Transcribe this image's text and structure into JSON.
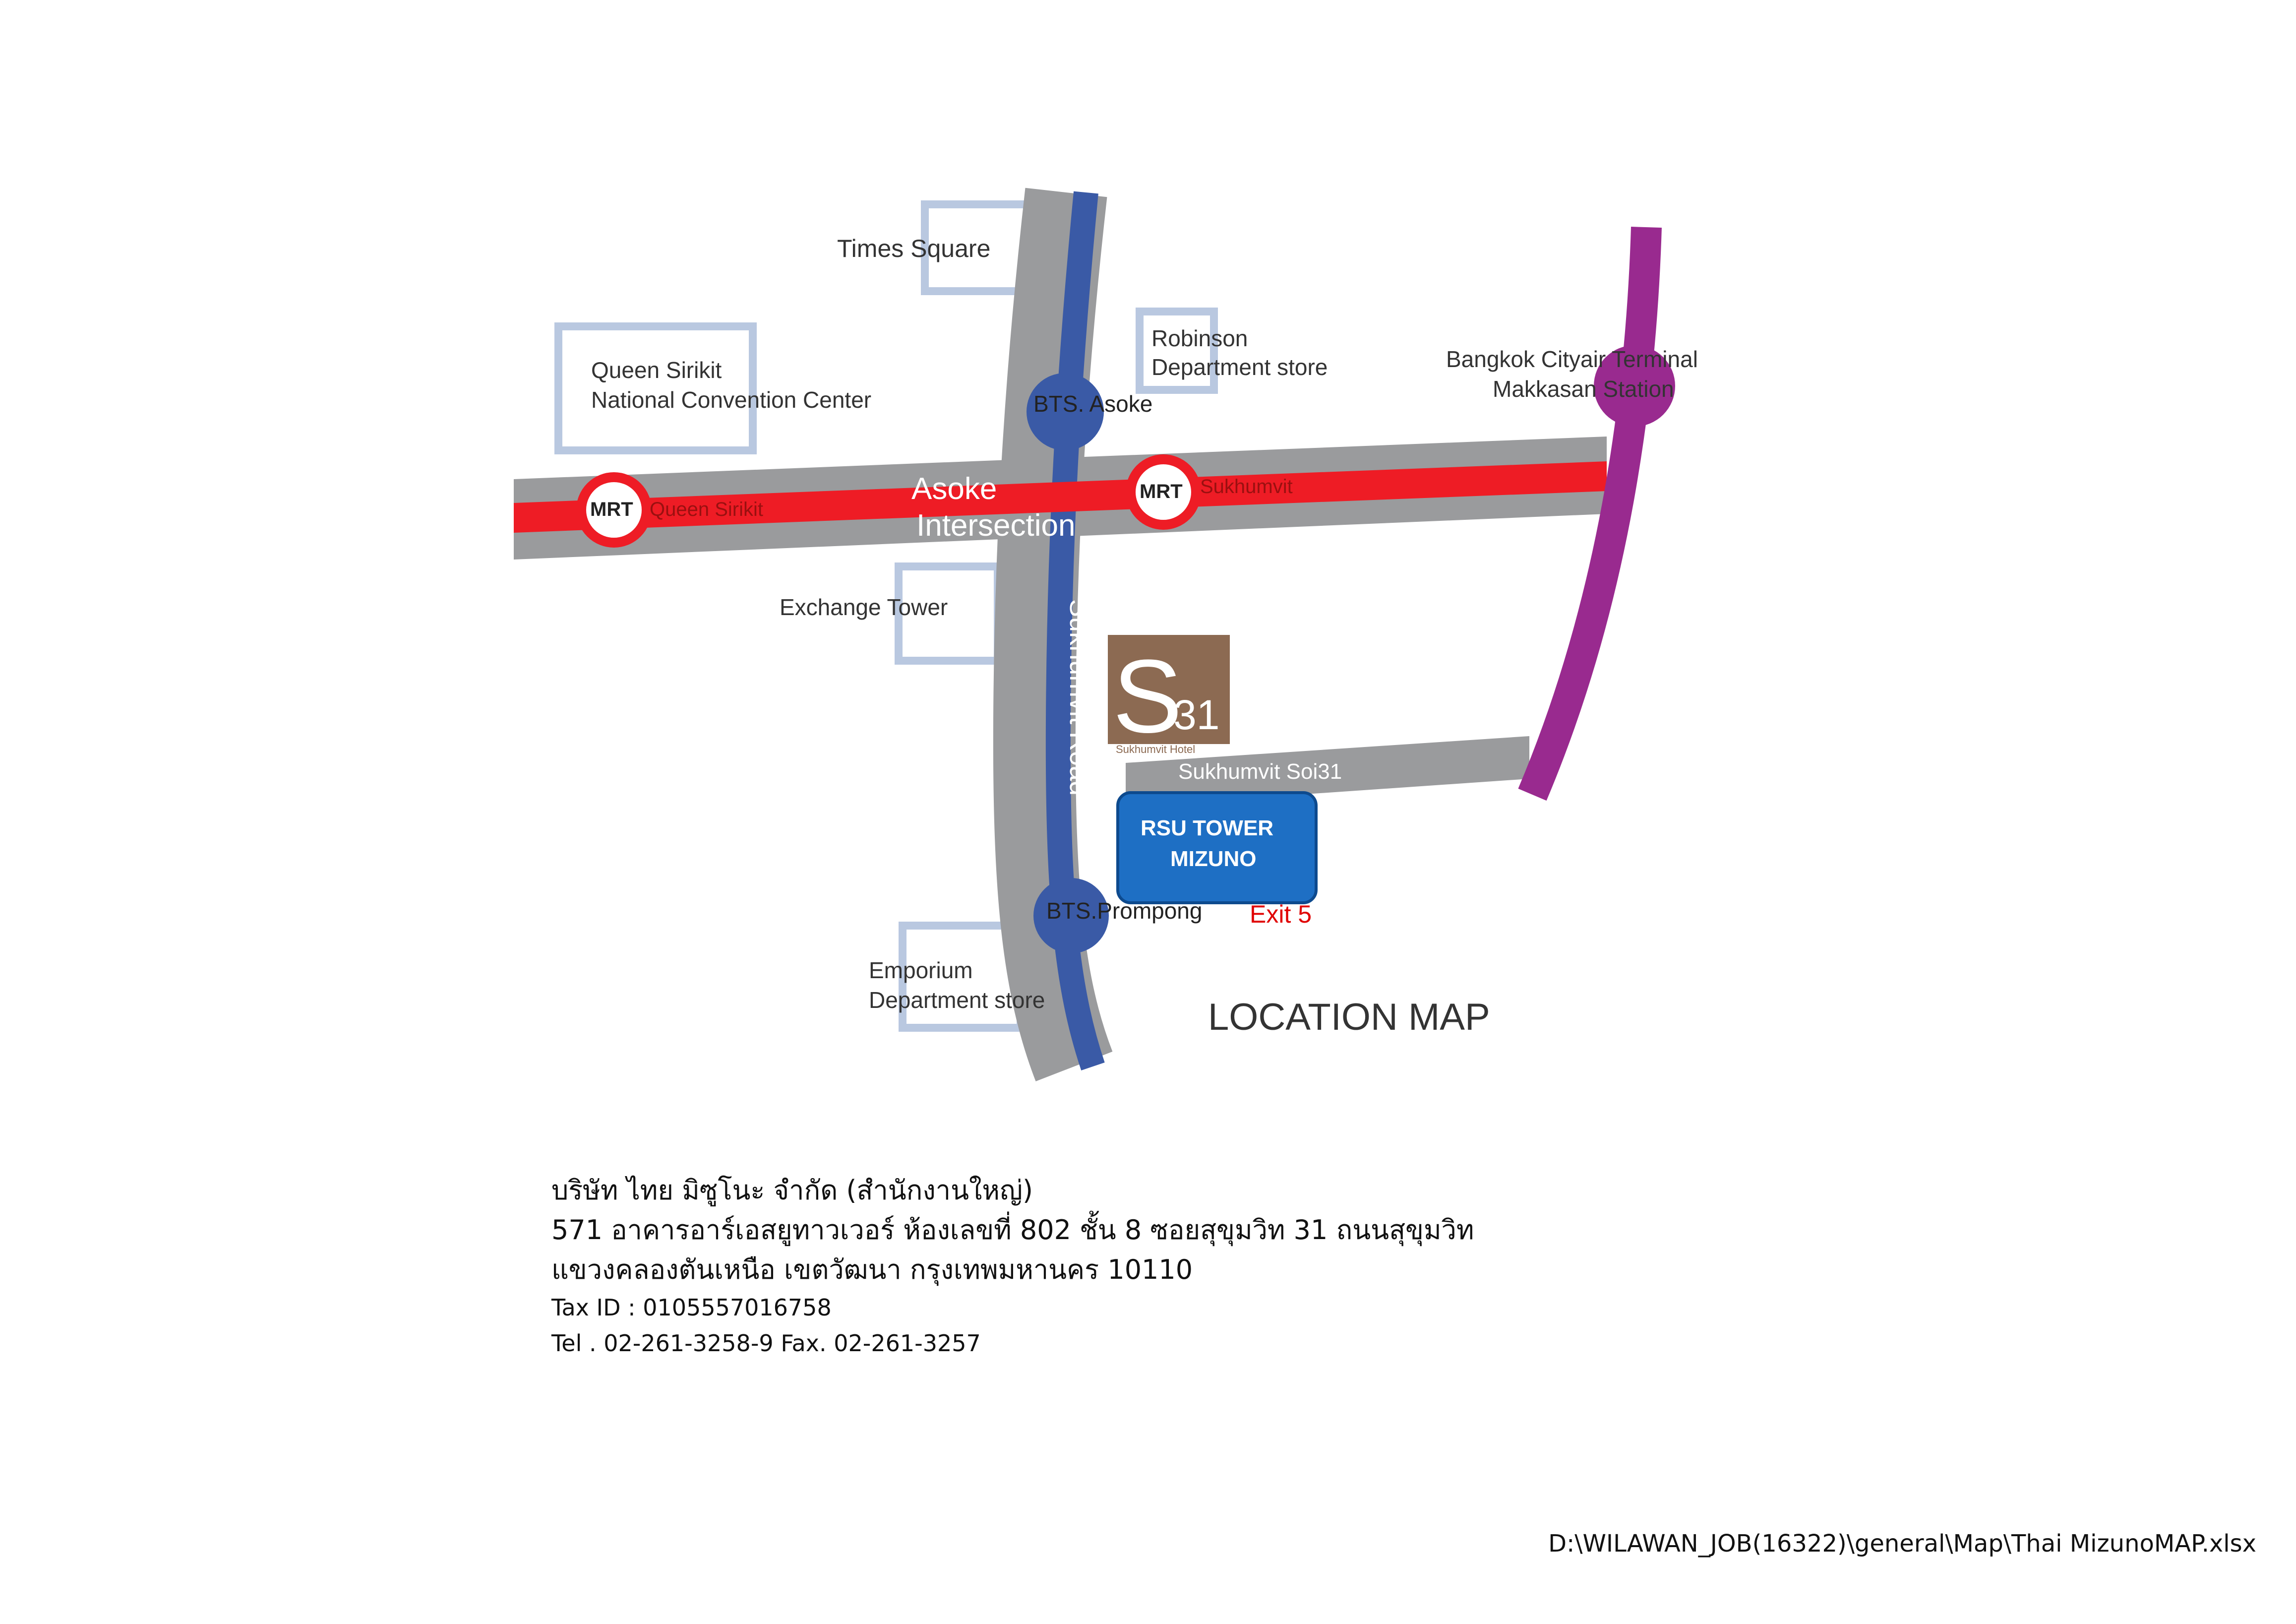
{
  "map": {
    "title": "LOCATION MAP",
    "landmarks": {
      "times_square": "Times Square",
      "robinson": [
        "Robinson",
        "Department store"
      ],
      "qsncc": [
        "Queen Sirikit",
        "National Convention Center"
      ],
      "airport_link": [
        "Bangkok Cityair Terminal",
        "Makkasan Station"
      ],
      "exchange_tower": "Exchange Tower",
      "emporium": [
        "Emporium",
        "Department store"
      ]
    },
    "stations": {
      "bts_asoke": "BTS. Asoke",
      "bts_prompong": "BTS.Prompong",
      "mrt_queen_sirikit": "Queen Sirikit",
      "mrt_sukhumvit": "Sukhumvit",
      "mrt_prefix": "MRT"
    },
    "roads": {
      "sukhumvit_upper": "Sukhumvit Road",
      "sukhumvit_lower": "Sukhumvit Road",
      "soi31": "Sukhumvit Soi31",
      "intersection": [
        "Asoke",
        "Intersection"
      ]
    },
    "hotel": {
      "logo_letter": "S",
      "logo_number": "31",
      "logo_caption": "Sukhumvit Hotel"
    },
    "destination": {
      "line1": "RSU TOWER",
      "line2": "MIZUNO"
    },
    "exit_label": "Exit 5",
    "colors": {
      "road": "#9a9b9d",
      "bts_line": "#3a5aa6",
      "mrt_line": "#ee1c25",
      "airport_link": "#992a8f",
      "landmark_box": "#b9c8e0",
      "hotel_logo": "#8c6a52",
      "destination_box": "#1e6fc4",
      "exit": "#e00000"
    }
  },
  "address": {
    "line1": "บริษัท ไทย มิซูโนะ จำกัด (สำนักงานใหญ่)",
    "line2": "571 อาคารอาร์เอสยูทาวเวอร์ ห้องเลขที่ 802 ชั้น 8 ซอยสุขุมวิท 31 ถนนสุขุมวิท",
    "line3": "แขวงคลองตันเหนือ เขตวัฒนา กรุงเทพมหานคร 10110",
    "tax": "Tax ID : 0105557016758",
    "tel": "Tel . 02-261-3258-9 Fax. 02-261-3257"
  },
  "footer": {
    "file_path": "D:\\WILAWAN_JOB(16322)\\general\\Map\\Thai MizunoMAP.xlsx"
  }
}
